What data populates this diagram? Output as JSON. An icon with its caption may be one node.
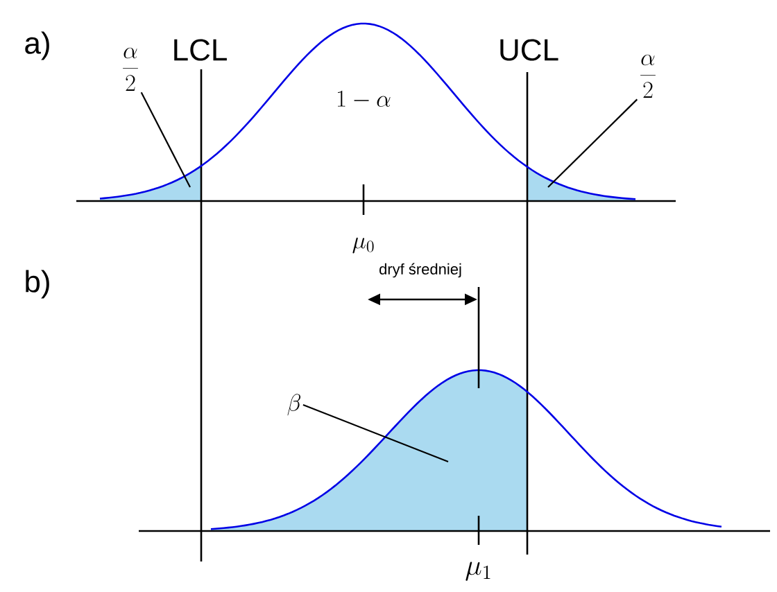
{
  "diagram": {
    "nodes": [
      {
        "text": [
          "\\frac{\\alpha}{2}"
        ]
      },
      {
        "text": [
          "\\frac{\\alpha}{2}"
        ]
      },
      {
        "text": [
          "\\beta"
        ]
      },
      {
        "text": [],
        "shape": "area"
      },
      {
        "text": [],
        "shape": "area"
      },
      {
        "text": [],
        "shape": "area"
      }
    ],
    "edges": [
      {
        "from": 0,
        "to": 3,
        "arrow": "none"
      },
      {
        "from": 1,
        "to": 4,
        "arrow": "none"
      },
      {
        "from": 2,
        "to": 5,
        "arrow": "none"
      }
    ],
    "labels": [
      "a)",
      "LCL",
      "UCL",
      "1-\\alpha",
      "\\mu_0",
      "dryf średniej",
      "b)",
      "\\mu_1"
    ]
  }
}
